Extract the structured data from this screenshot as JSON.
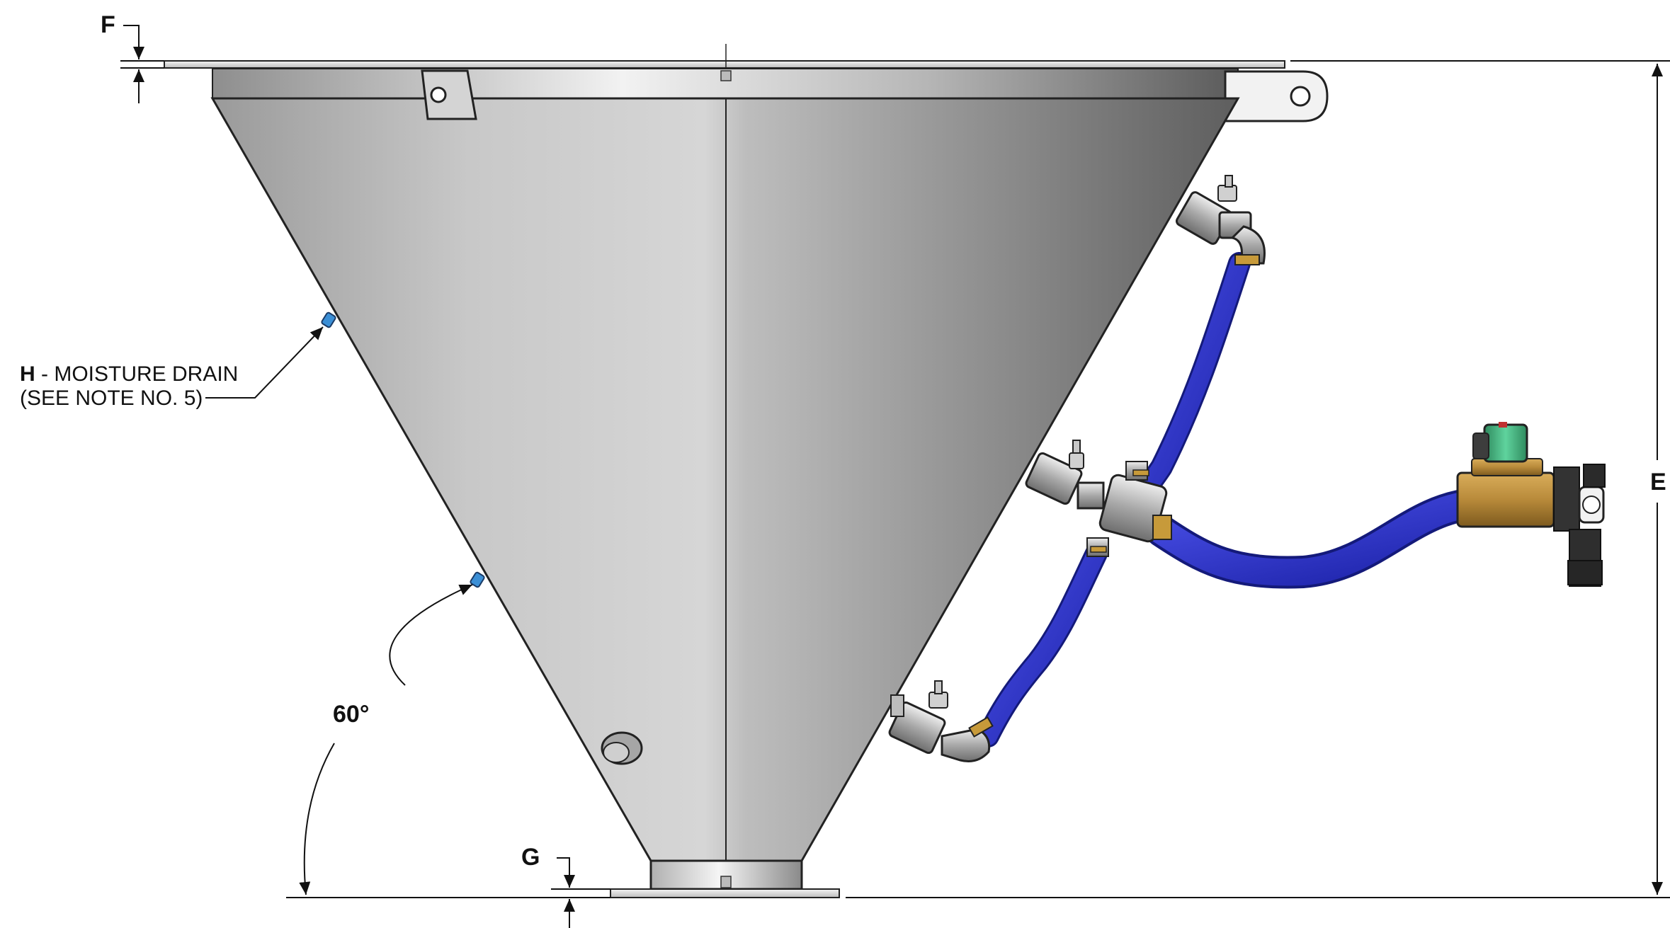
{
  "labels": {
    "dim_f": "F",
    "dim_g": "G",
    "dim_e": "E",
    "angle": "60°",
    "drain_letter": "H",
    "drain_desc": " - MOISTURE DRAIN",
    "drain_note": "(SEE NOTE NO. 5)"
  },
  "colors": {
    "hose": "#2a2fc8",
    "valve_brass": "#b88a3a",
    "solenoid_cap": "#3fae7a",
    "drain_fitting": "#3b8fd6",
    "steel_light": "#d9d9d9",
    "steel_dark": "#555555",
    "dim_line": "#111111"
  },
  "icons": {
    "hose": "hose-pipe",
    "valve": "solenoid-valve-icon",
    "cross_fitting": "pipe-cross-fitting",
    "nozzle": "air-nozzle-icon"
  }
}
